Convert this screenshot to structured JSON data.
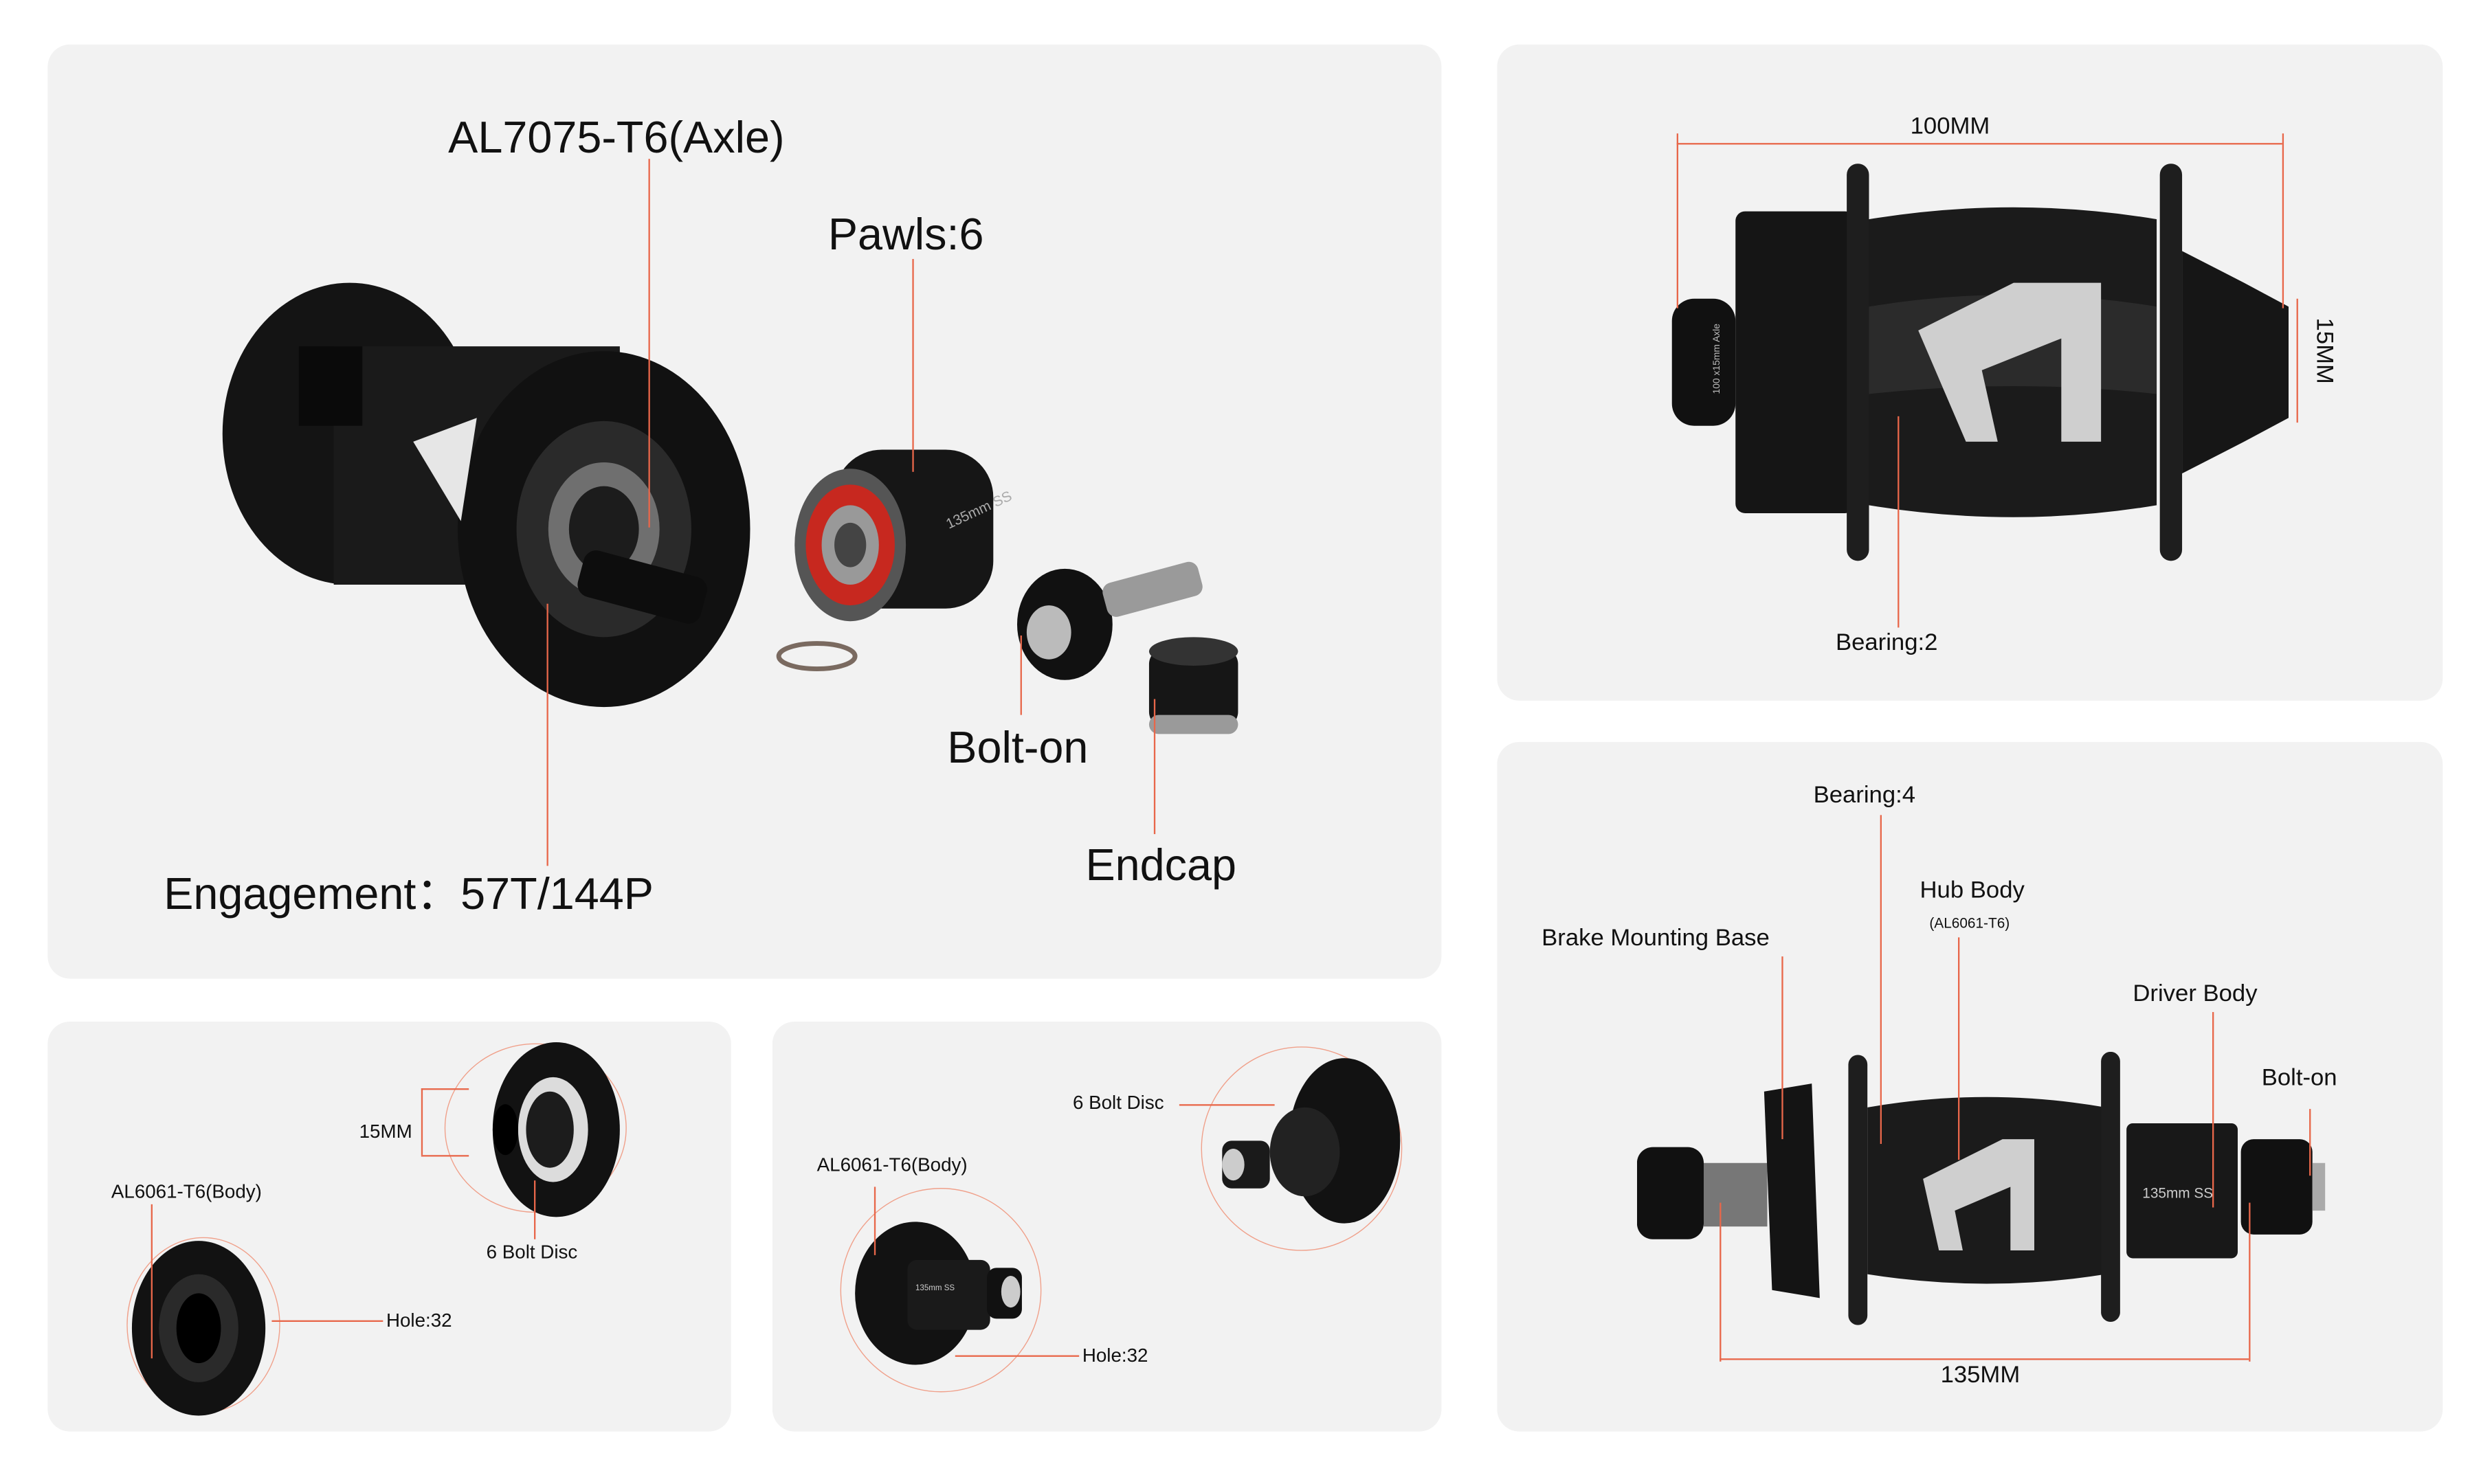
{
  "accent_color": "#e8674a",
  "main_panel": {
    "axle_label": "AL7075-T6(Axle)",
    "pawls_label": "Pawls:6",
    "bolt_on_label": "Bolt-on",
    "endcap_label": "Endcap",
    "engagement_label": "Engagement：57T/144P",
    "driver_text": "135mm SS"
  },
  "front_hub_panel": {
    "width_label": "100MM",
    "axle_label": "15MM",
    "bearing_label": "Bearing:2",
    "axle_text": "100 x15mm Axle"
  },
  "rear_hub_panel": {
    "bearing_label": "Bearing:4",
    "hub_body_label": "Hub Body",
    "hub_body_material": "(AL6061-T6)",
    "brake_label": "Brake Mounting Base",
    "driver_body_label": "Driver Body",
    "bolt_on_label": "Bolt-on",
    "width_label": "135MM",
    "driver_text": "135mm SS"
  },
  "front_detail_panel": {
    "axle_label": "15MM",
    "body_label": "AL6061-T6(Body)",
    "disc_label": "6 Bolt Disc",
    "hole_label": "Hole:32"
  },
  "rear_detail_panel": {
    "disc_label": "6 Bolt Disc",
    "body_label": "AL6061-T6(Body)",
    "hole_label": "Hole:32",
    "driver_text": "135mm SS"
  }
}
